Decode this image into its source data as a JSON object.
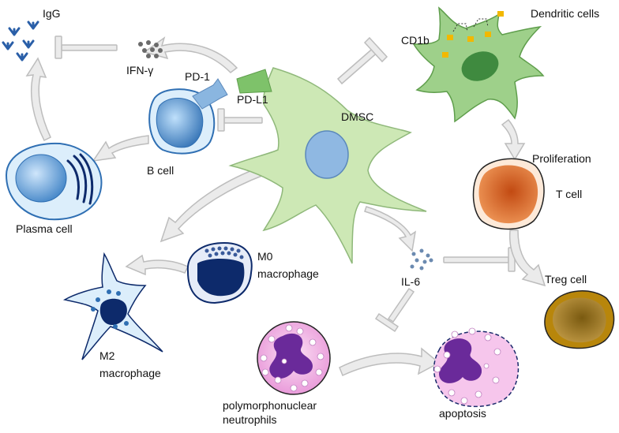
{
  "labels": {
    "igg": "IgG",
    "ifn_gamma": "IFN-γ",
    "pd1": "PD-1",
    "pdl1": "PD-L1",
    "dmsc": "DMSC",
    "cd1b": "CD1b",
    "dendritic_cells": "Dendritic cells",
    "b_cell": "B cell",
    "plasma_cell": "Plasma cell",
    "proliferation": "Proliferation",
    "t_cell": "T cell",
    "m0_line1": "M0",
    "m0_line2": "macrophage",
    "m2_line1": "M2",
    "m2_line2": "macrophage",
    "il6": "IL-6",
    "treg_cell": "Treg cell",
    "pmn_line1": "polymorphonuclear",
    "pmn_line2": "neutrophils",
    "apoptosis": "apoptosis"
  },
  "colors": {
    "dmsc_fill": "#cde8b5",
    "dmsc_nucleus": "#8fb8e2",
    "dendritic_fill": "#9ed08a",
    "dendritic_nucleus": "#3f8a3f",
    "cd1b_marker": "#f2b800",
    "b_cell_fill": "#4a86c8",
    "pd1_color": "#8ab6e0",
    "pdl1_color": "#7ec26a",
    "t_cell_fill": "#d9591b",
    "treg_fill": "#b8860b",
    "macrophage_nucleus": "#0d2a6b",
    "neutrophil_fill": "#f0a8e0",
    "neutrophil_nucleus": "#6a2a9a",
    "arrow_gray": "#c8c8c8",
    "igg_blue": "#2a5fa8",
    "dot_gray": "#6b6b6b"
  }
}
